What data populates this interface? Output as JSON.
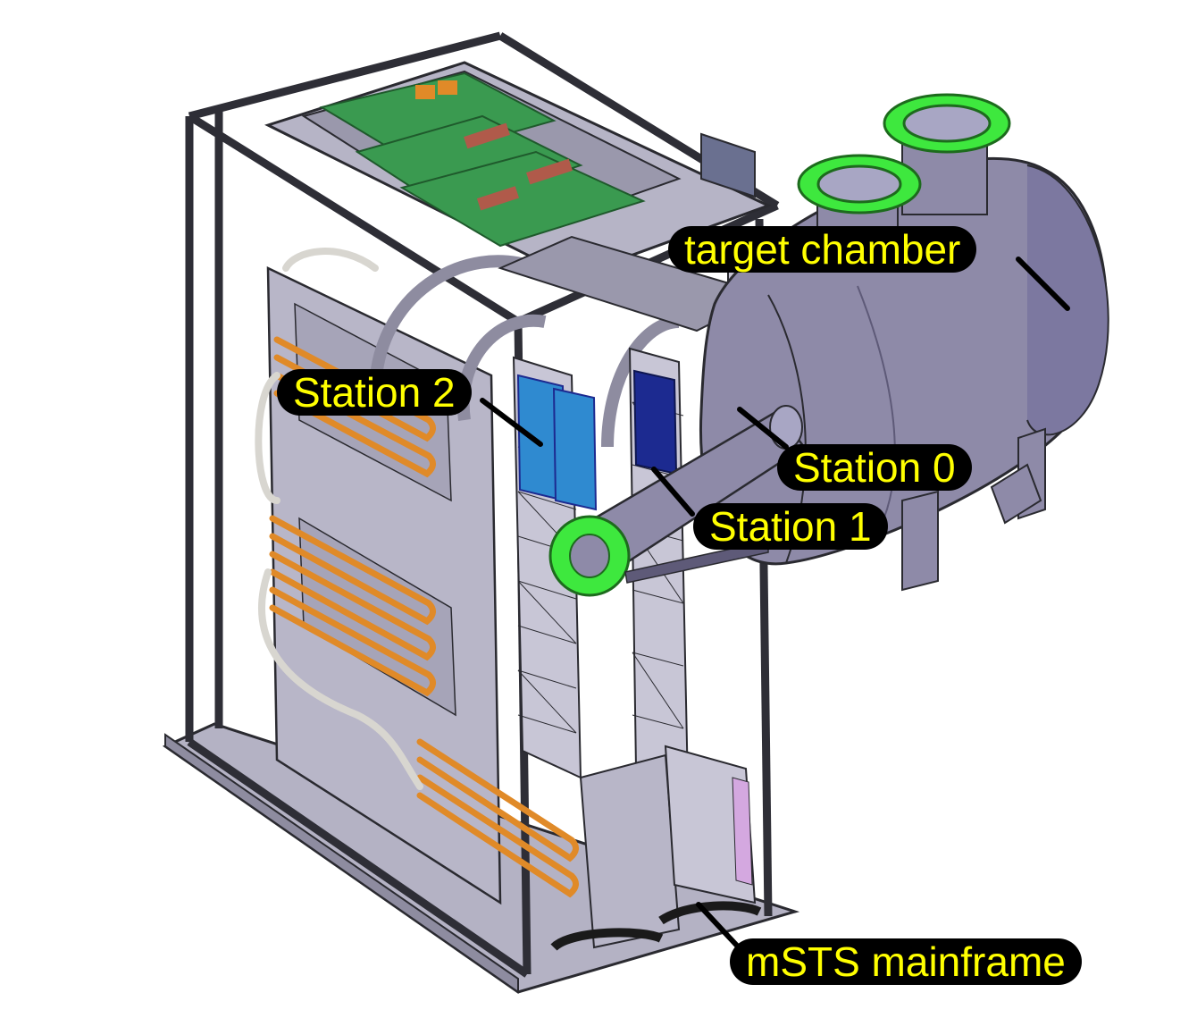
{
  "labels": {
    "target_chamber": "target chamber",
    "station_2": "Station 2",
    "station_0": "Station 0",
    "station_1": "Station 1",
    "mainframe": "mSTS mainframe"
  },
  "colors": {
    "frame": "#9a98ac",
    "frame_dark": "#2e2e36",
    "chamber": "#8e8aa8",
    "chamber_dark": "#6e6a88",
    "flange": "#3ee83e",
    "pcb": "#3a9a50",
    "sensor": "#1c2a90",
    "sensor_light": "#2f8ad0",
    "copper": "#e08a28",
    "label_bg": "#000000",
    "label_text": "#ffff00"
  }
}
